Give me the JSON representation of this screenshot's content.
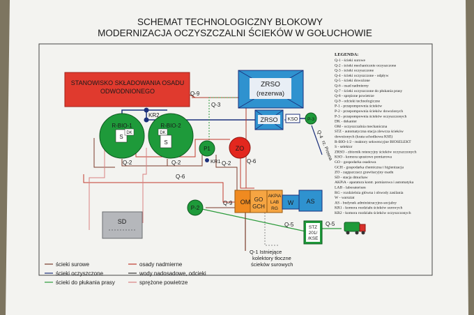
{
  "header": {
    "line1": "SCHEMAT TECHNOLOGICZNY BLOKOWY",
    "line2": "MODERNIZACJA OCZYSZCZALNI ŚCIEKÓW W GOŁUCHOWIE"
  },
  "blocks": {
    "storage_line1": "STANOWISKO SKŁADOWANIA OSADU",
    "storage_line2": "ODWODNIONEGO",
    "zrso_reserve_line1": "ZRSO",
    "zrso_reserve_line2": "(rezerwa)",
    "zrso": "ZRSO",
    "kso": "KSO",
    "p3": "P-3",
    "rbio1": "R-BIO-1",
    "rbio2": "R-BIO-2",
    "dk": "DK",
    "s": "S",
    "p1": "P1",
    "zo": "ZO",
    "om": "OM",
    "go": "GO",
    "gch": "GCH",
    "akpia": "AKPiA",
    "lab": "LAB",
    "rg": "RG",
    "w": "W",
    "as": "AS",
    "p2": "P-2",
    "stz_line1": "STZ",
    "stz_line2": "201/",
    "stz_line3": "/KSE",
    "sd": "SD"
  },
  "flow_labels": {
    "q9_top": "Q-9",
    "q3": "Q-3",
    "kr2": "KR2",
    "q2_left": "Q-2",
    "q2_mid": "Q-2",
    "q2_right": "Q-2",
    "kr1": "KR1",
    "q6_mid": "Q-6",
    "q6_right": "Q-6",
    "q9_om": "Q-9",
    "q5_left": "Q-5",
    "q5_right": "Q-5",
    "q4": "Q-4",
    "to_river": "rz. Prosna",
    "q1_line1": "Q-1 Istniejące",
    "q1_line2": "kolektory tłoczne",
    "q1_line3": "ścieków surowych"
  },
  "legend": {
    "title": "LEGENDA:",
    "items": [
      "Q-1 - ścieki surowe",
      "Q-2 - ścieki mechanicznie oczyszczone",
      "Q-3 - ścieki oczyszczone",
      "Q-4 - ścieki oczyszczone - odpływ",
      "Q-5 - ścieki dowożone",
      "Q-6 - osad nadmierny",
      "Q-7 - ścieki oczyszczone do płukania prasy",
      "Q-8 - sprężone powietrze",
      "Q-9 - odcieki technologiczne",
      "P-1 - przepompownia ścieków",
      "P-2 - przepompownia ścieków dowożonych",
      "P-3 - przepompownia ścieków oczyszczonych",
      "DK - dekanter",
      "OM - oczyszczalnia mechaniczna",
      "STZ - automatyczna stacja zlewcza ścieków",
      "dowożonych (krata schodkowa KSE)",
      "R-BIO-1/2 - reaktory sekwencyjne BIOSELEKT",
      "S - selektor",
      "ZRSO - zbiornik retencyjny ścieków oczyszczonych",
      "KSO - komora spustowo pomiarowa",
      "GO - gospodarka osadowa",
      "GCH - gospodarka chemiczna i higienizacja",
      "ZO - zagęszczacz grawitacyjny osadu",
      "SD - stacja dmuchaw",
      "AKPiA - aparatura kontr. pomiarowa i automatyka",
      "LAB - laboratorium",
      "RG - rozdzielnia główna i obwody zasilania",
      "W - warsztat",
      "AS - budynek administracyjno-socjalny",
      "KR1 - komora rozdziału ścieków surowych",
      "KR2 - komora rozdziału ścieków oczyszczonych"
    ]
  },
  "line_key": [
    "ścieki surowe",
    "ścieki oczyszczone",
    "ścieki do płukania prasy",
    "osady nadmierne",
    "wody nadosadowe, odcieki",
    "sprężone powietrze"
  ],
  "colors": {
    "paper": "#f2f2ef",
    "green": "#1e9a3a",
    "red": "#d8302a",
    "blue": "#2a8fd0",
    "orange": "#ee8a22",
    "navy": "#1b2f7a",
    "brown": "#7b3a2a"
  }
}
